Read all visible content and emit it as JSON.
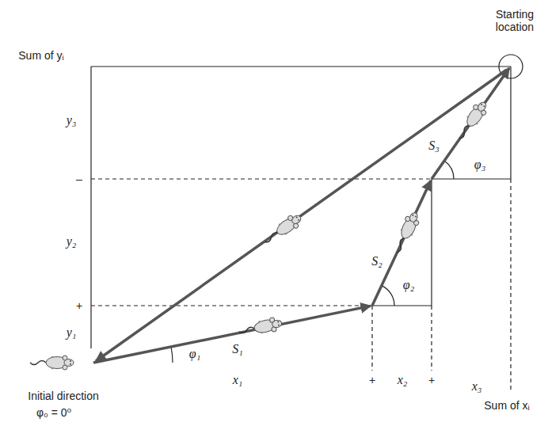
{
  "diagram": {
    "labels": [
      "Starting location",
      "Sum of yᵢ",
      "y₃",
      "–",
      "y₂",
      "+",
      "y₁",
      "S₃",
      "φ₃",
      "S₂",
      "φ₂",
      "S₁",
      "φ₁",
      "x₁",
      "+",
      "x₂",
      "+",
      "x₃",
      "Initial direction",
      "φ₀ = 0⁰",
      "Sum of xᵢ"
    ]
  }
}
